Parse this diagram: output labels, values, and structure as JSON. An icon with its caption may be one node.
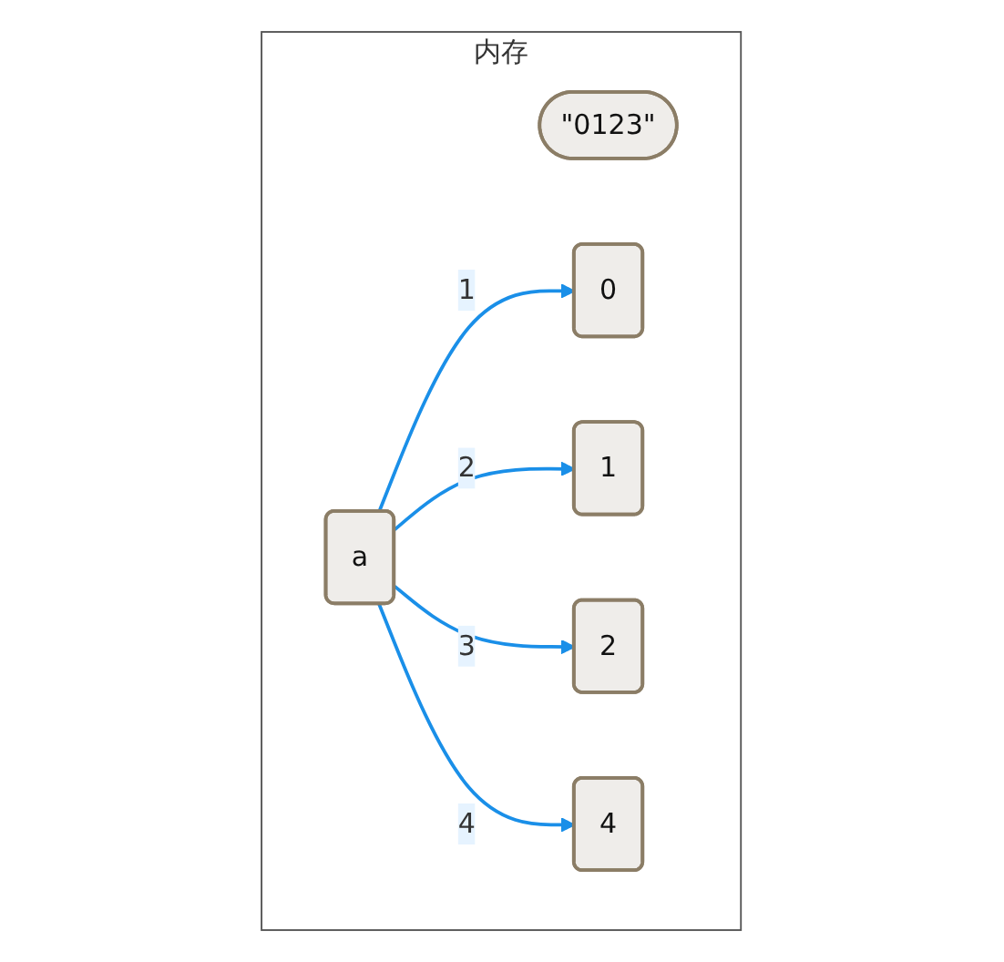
{
  "diagram": {
    "nodes": [
      {
        "text": [
          "内存"
        ]
      },
      {
        "text": [
          "\"0123\""
        ],
        "in": 0
      },
      {
        "text": [
          "a"
        ],
        "in": 0
      },
      {
        "text": [
          "0"
        ],
        "in": 0
      },
      {
        "text": [
          "1"
        ],
        "in": 0
      },
      {
        "text": [
          "2"
        ],
        "in": 0
      },
      {
        "text": [
          "4"
        ],
        "in": 0
      }
    ],
    "edges": [
      {
        "from": 2,
        "to": 3,
        "arrow": "to",
        "label": "1"
      },
      {
        "from": 2,
        "to": 4,
        "arrow": "to",
        "label": "2"
      },
      {
        "from": 2,
        "to": 5,
        "arrow": "to",
        "label": "3"
      },
      {
        "from": 2,
        "to": 6,
        "arrow": "to",
        "label": "4"
      }
    ]
  }
}
